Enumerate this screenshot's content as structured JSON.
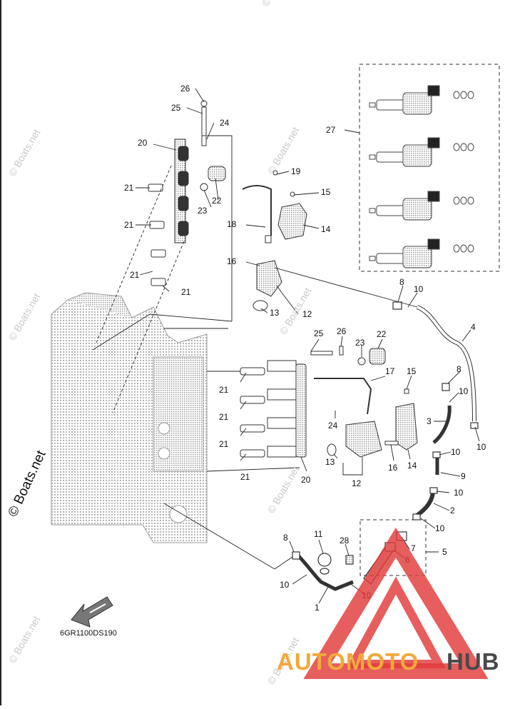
{
  "diagram_code": "6GR1100DS190",
  "watermark": "© Boats.net",
  "brand_logo": {
    "part1": "AUTOMOTO",
    "part2": "HUB",
    "color1": "#f2a93b",
    "color2": "#4a4a4a",
    "triangle_color": "#e23a3a"
  },
  "callouts": {
    "c1": "1",
    "c2": "2",
    "c3": "3",
    "c4": "4",
    "c5": "5",
    "c6": "6",
    "c7": "7",
    "c8": "8",
    "c9": "9",
    "c10": "10",
    "c11": "11",
    "c12": "12",
    "c13": "13",
    "c14": "14",
    "c15": "15",
    "c16": "16",
    "c17": "17",
    "c18": "18",
    "c19": "19",
    "c20": "20",
    "c21": "21",
    "c22": "22",
    "c23": "23",
    "c24": "24",
    "c25": "25",
    "c26": "26",
    "c27": "27",
    "c28": "28"
  }
}
